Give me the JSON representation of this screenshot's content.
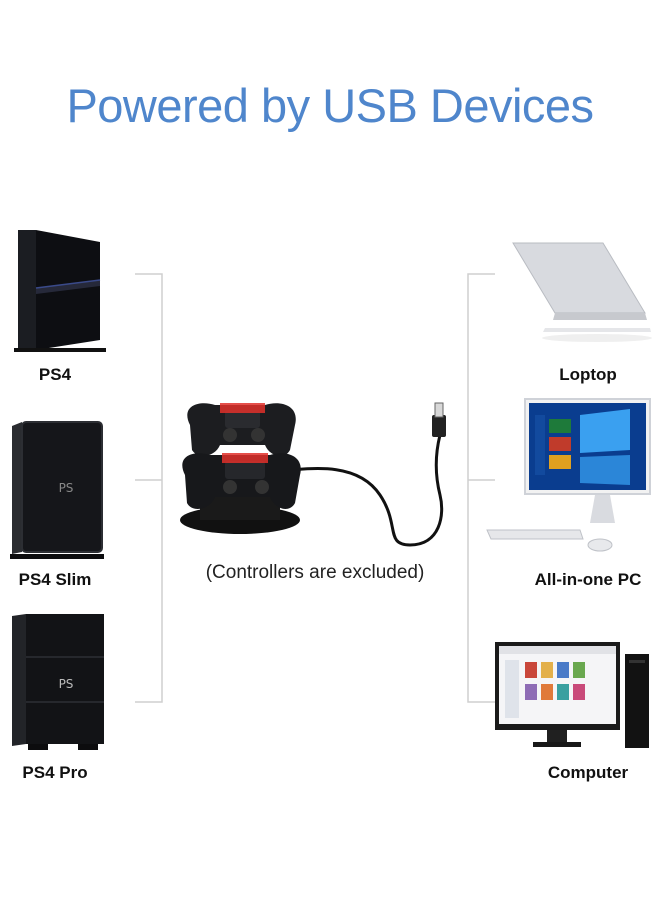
{
  "title": "Powered by USB Devices",
  "note": "(Controllers are excluded)",
  "left_devices": [
    {
      "label": "PS4",
      "icon": "ps4-console-icon"
    },
    {
      "label": "PS4 Slim",
      "icon": "ps4-slim-console-icon"
    },
    {
      "label": "PS4 Pro",
      "icon": "ps4-pro-console-icon"
    }
  ],
  "right_devices": [
    {
      "label": "Loptop",
      "icon": "laptop-icon"
    },
    {
      "label": "All-in-one PC",
      "icon": "all-in-one-pc-icon"
    },
    {
      "label": "Computer",
      "icon": "desktop-computer-icon"
    }
  ],
  "center_product": {
    "icon": "charging-dock-icon"
  },
  "colors": {
    "title": "#4f86cc",
    "connector_lines": "#cfcfcf",
    "accent_red": "#e0302a"
  }
}
